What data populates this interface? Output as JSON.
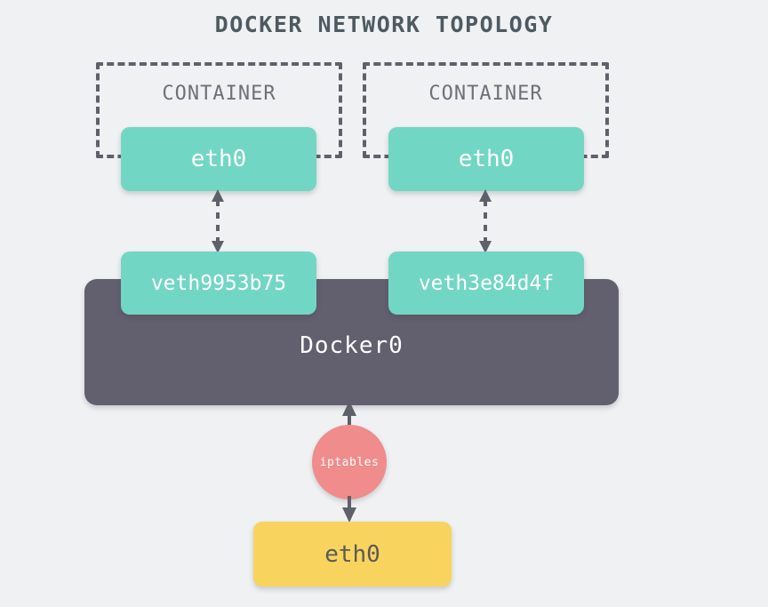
{
  "diagram": {
    "title": "DOCKER NETWORK TOPOLOGY",
    "background_color": "#eff1f3",
    "palette": {
      "teal": "#72d6c4",
      "amber": "#f8d45f",
      "bridge_gray": "#625f6e",
      "iptables_salmon": "#f08c8c",
      "dashed_border": "#5e6169",
      "title_text": "#4e5a61",
      "label_text": "#6e7079",
      "arrow": "#5e6169"
    },
    "containers": [
      {
        "label": "CONTAINER",
        "interface": "eth0",
        "veth": "veth9953b75"
      },
      {
        "label": "CONTAINER",
        "interface": "eth0",
        "veth": "veth3e84d4f"
      }
    ],
    "bridge": {
      "label": "Docker0"
    },
    "firewall": {
      "label": "iptables"
    },
    "host_interface": {
      "label": "eth0"
    },
    "connections": [
      {
        "from": "container-1-eth0",
        "to": "veth9953b75",
        "style": "dashed",
        "arrows": "both"
      },
      {
        "from": "container-2-eth0",
        "to": "veth3e84d4f",
        "style": "dashed",
        "arrows": "both"
      },
      {
        "from": "iptables",
        "to": "Docker0",
        "style": "solid",
        "arrows": "up"
      },
      {
        "from": "iptables",
        "to": "host-eth0",
        "style": "solid",
        "arrows": "down"
      }
    ]
  }
}
